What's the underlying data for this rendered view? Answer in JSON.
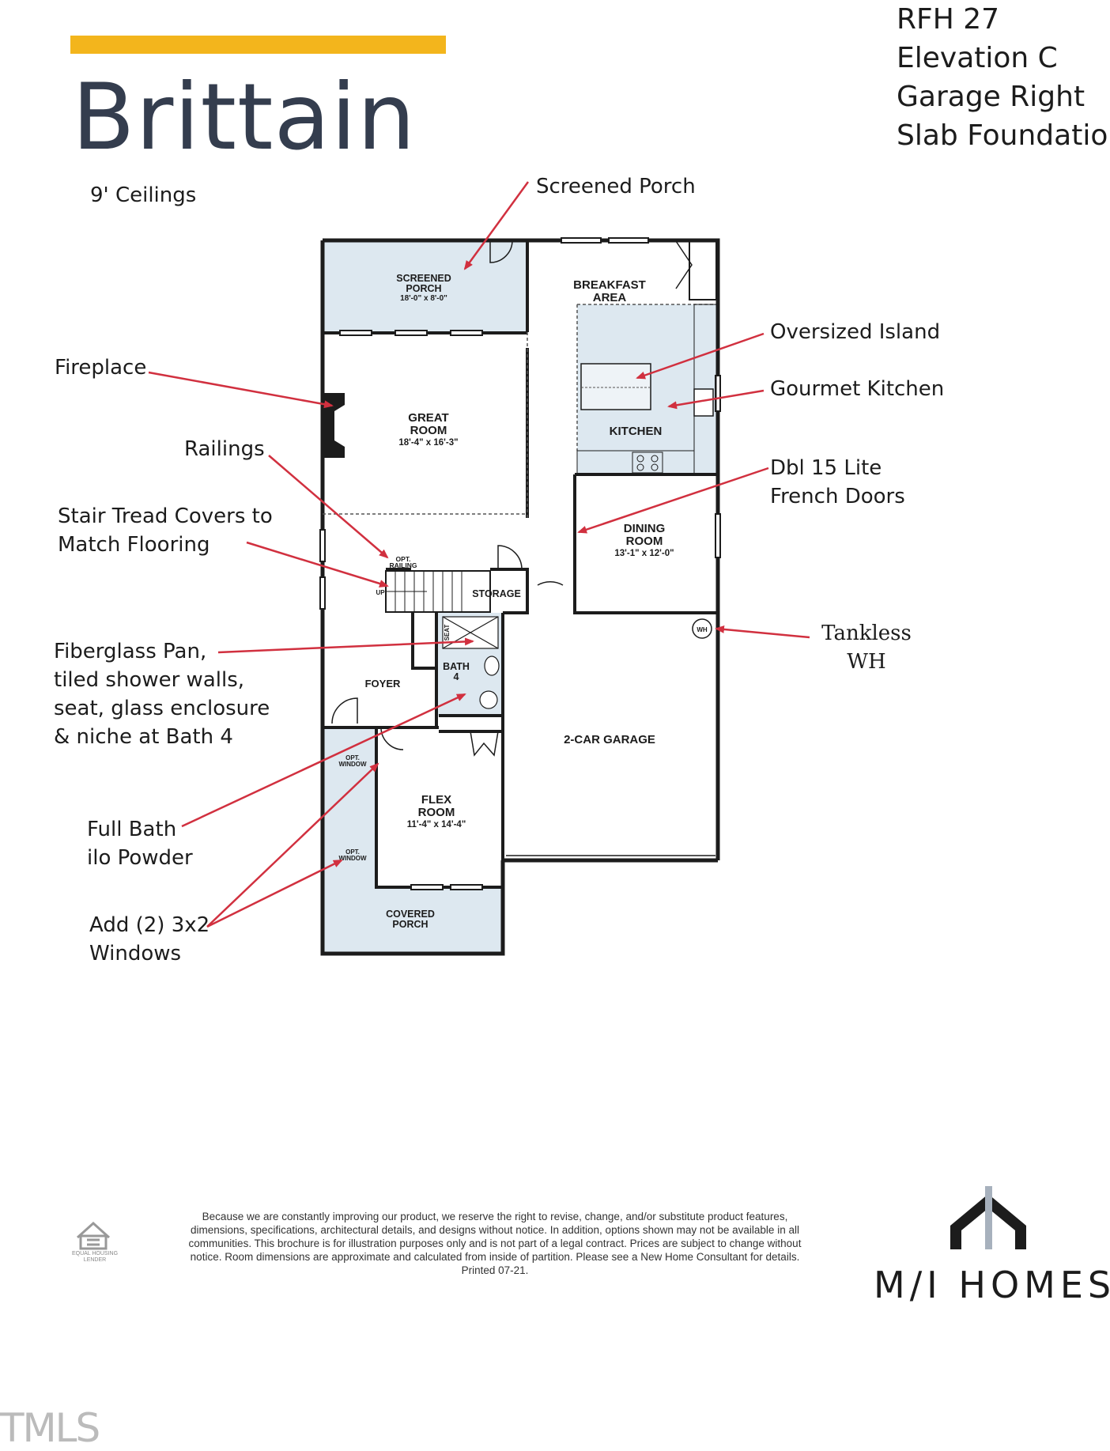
{
  "header": {
    "title": "Brittain",
    "spec_lines": [
      "RFH 27",
      "Elevation C",
      "Garage Right",
      "Slab Foundation"
    ],
    "ceilings": "9' Ceilings"
  },
  "callouts": {
    "screened_porch": "Screened Porch",
    "oversized_island": "Oversized Island",
    "gourmet_kitchen": "Gourmet Kitchen",
    "fireplace": "Fireplace",
    "railings": "Railings",
    "stair_tread": [
      "Stair Tread Covers to",
      "Match Flooring"
    ],
    "french_doors": [
      "Dbl 15 Lite",
      "French Doors"
    ],
    "tankless": [
      "Tankless",
      "WH"
    ],
    "fiberglass": [
      "Fiberglass Pan,",
      "tiled shower walls,",
      "seat, glass enclosure",
      "& niche at Bath 4"
    ],
    "full_bath": [
      "Full Bath",
      "ilo Powder"
    ],
    "windows": [
      "Add (2) 3x2",
      "Windows"
    ]
  },
  "rooms": {
    "screened_porch": [
      "SCREENED",
      "PORCH",
      "18'-0\" x 8'-0\""
    ],
    "breakfast": [
      "BREAKFAST",
      "AREA"
    ],
    "great_room": [
      "GREAT",
      "ROOM",
      "18'-4\" x 16'-3\""
    ],
    "kitchen": "KITCHEN",
    "dining": [
      "DINING",
      "ROOM",
      "13'-1\" x 12'-0\""
    ],
    "storage": "STORAGE",
    "opt_railing": [
      "OPT.",
      "RAILING"
    ],
    "up": "UP",
    "seat": "SEAT",
    "wh": "WH",
    "bath4": [
      "BATH",
      "4"
    ],
    "foyer": "FOYER",
    "garage": "2-CAR GARAGE",
    "opt_window_1": [
      "OPT.",
      "WINDOW"
    ],
    "opt_window_2": [
      "OPT.",
      "WINDOW"
    ],
    "flex": [
      "FLEX",
      "ROOM",
      "11'-4\" x 14'-4\""
    ],
    "covered_porch": [
      "COVERED",
      "PORCH"
    ]
  },
  "footer": {
    "disclaimer": "Because we are constantly improving our product, we reserve the right to revise, change, and/or substitute product features, dimensions, specifications, architectural details, and designs without notice. In addition, options shown may not be available in all communities. This brochure is for illustration purposes only and is not part of a legal contract. Prices are subject to change without notice. Room dimensions are approximate and calculated from inside of partition. Please see a New Home Consultant for details. Printed 07-21.",
    "lender": [
      "EQUAL HOUSING",
      "LENDER"
    ],
    "brand": "M/I HOMES",
    "watermark": "TMLS"
  },
  "colors": {
    "accent": "#f3b51c",
    "title": "#343d4e",
    "arrow": "#d1303f",
    "room_fill": "#dde8f0",
    "wall": "#1c1c1c"
  }
}
